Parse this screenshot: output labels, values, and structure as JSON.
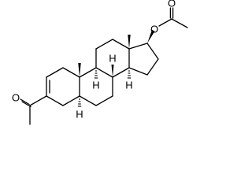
{
  "molecule": {
    "atoms": {
      "ester_oxygen": "O",
      "acetate_carbonyl_oxygen": "O",
      "ketone_oxygen": "O",
      "h_c8": "H",
      "h_c9": "H",
      "h_c14": "H",
      "h_c5": "H"
    },
    "colors": {
      "ink": "#000000",
      "background": "#ffffff"
    }
  }
}
